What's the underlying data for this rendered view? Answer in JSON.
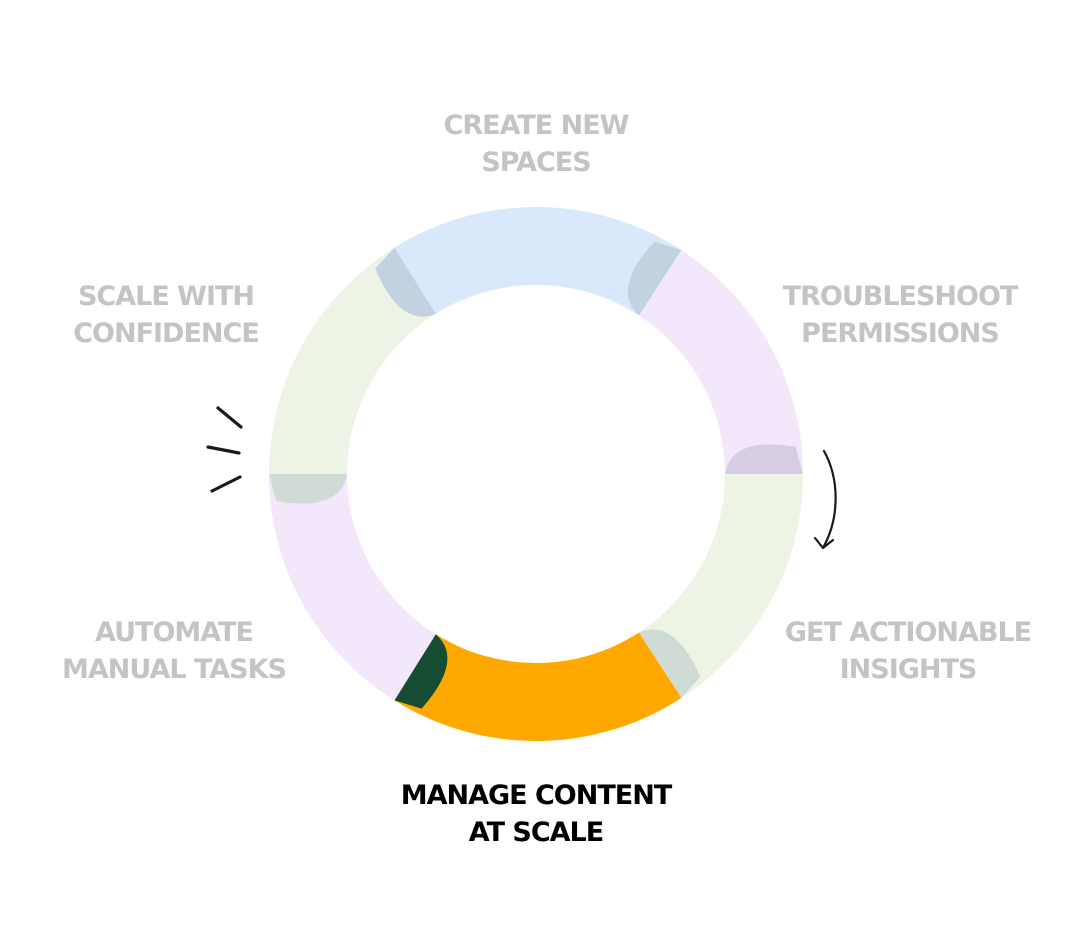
{
  "steps": [
    {
      "id": "create",
      "lines": [
        "CREATE NEW",
        "SPACES"
      ],
      "fill": "#dae8fb",
      "tab": "#c3d2e0",
      "active": false
    },
    {
      "id": "troubleshoot",
      "lines": [
        "TROUBLESHOOT",
        "PERMISSIONS"
      ],
      "fill": "#f3e8fb",
      "tab": "#d6cde5",
      "active": false
    },
    {
      "id": "insights",
      "lines": [
        "GET ACTIONABLE",
        "INSIGHTS"
      ],
      "fill": "#edf4e6",
      "tab": "#d0dbd5",
      "active": false
    },
    {
      "id": "manage",
      "lines": [
        "MANAGE CONTENT",
        "AT SCALE"
      ],
      "fill": "#ffa800",
      "tab": "#164d32",
      "active": true
    },
    {
      "id": "automate",
      "lines": [
        "AUTOMATE",
        "MANUAL TASKS"
      ],
      "fill": "#f3e8fb",
      "tab": "#d0dbd5",
      "active": false
    },
    {
      "id": "scale",
      "lines": [
        "SCALE WITH",
        "CONFIDENCE"
      ],
      "fill": "#edf4e6",
      "tab": "#c3d2e0",
      "active": false
    }
  ],
  "colors": {
    "inactive_label": "#c4c4c4",
    "active_label": "#000000",
    "sketch_ink": "#1a1a1a"
  },
  "decorations": {
    "direction_arrow": "clockwise-arrow-icon",
    "emphasis_marks": "sparkle-dashes-icon"
  }
}
